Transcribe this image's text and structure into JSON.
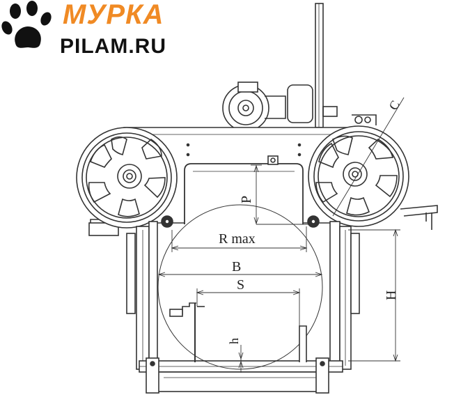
{
  "logo": {
    "brand_top": "МУРКА",
    "brand_bottom": "PILAM.RU",
    "icon": "paw-print-icon",
    "brand_color": "#f08a24",
    "ink_color": "#111111"
  },
  "diagram": {
    "line_color": "#333333",
    "labels": {
      "C": "C",
      "P": "P",
      "R_max": "R max",
      "B": "B",
      "S": "S",
      "H": "H",
      "h": "h"
    }
  }
}
